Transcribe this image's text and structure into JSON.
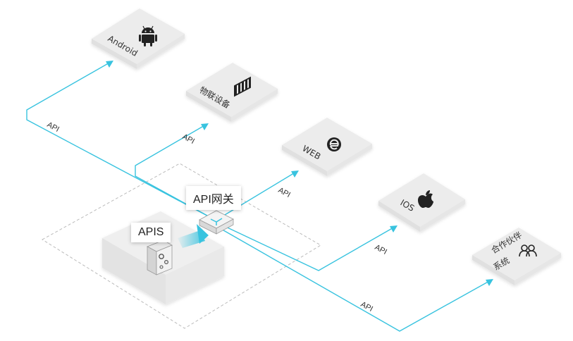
{
  "colors": {
    "connector": "#38c3df",
    "tile_fill": "#ececec",
    "tile_edge": "#e0e0e0",
    "icon": "#222222",
    "dashed_outline": "#bbbbbb"
  },
  "gateway": {
    "label": "API网关",
    "icon": "gateway-box-icon"
  },
  "apis": {
    "label": "APIS",
    "icon": "server-gears-icon"
  },
  "clients": [
    {
      "id": "android",
      "label": "Android",
      "icon": "android-icon"
    },
    {
      "id": "iot",
      "label": "物联设备",
      "icon": "iot-device-icon"
    },
    {
      "id": "web",
      "label": "WEB",
      "icon": "browser-e-icon"
    },
    {
      "id": "ios",
      "label": "IOS",
      "icon": "apple-icon"
    },
    {
      "id": "partner",
      "label_lines": [
        "合作伙伴",
        "系统"
      ],
      "icon": "partners-icon"
    }
  ],
  "connections": [
    {
      "target": "android",
      "label": "API"
    },
    {
      "target": "iot",
      "label": "API"
    },
    {
      "target": "web",
      "label": "API"
    },
    {
      "target": "ios",
      "label": "API"
    },
    {
      "target": "partner",
      "label": "API"
    }
  ]
}
